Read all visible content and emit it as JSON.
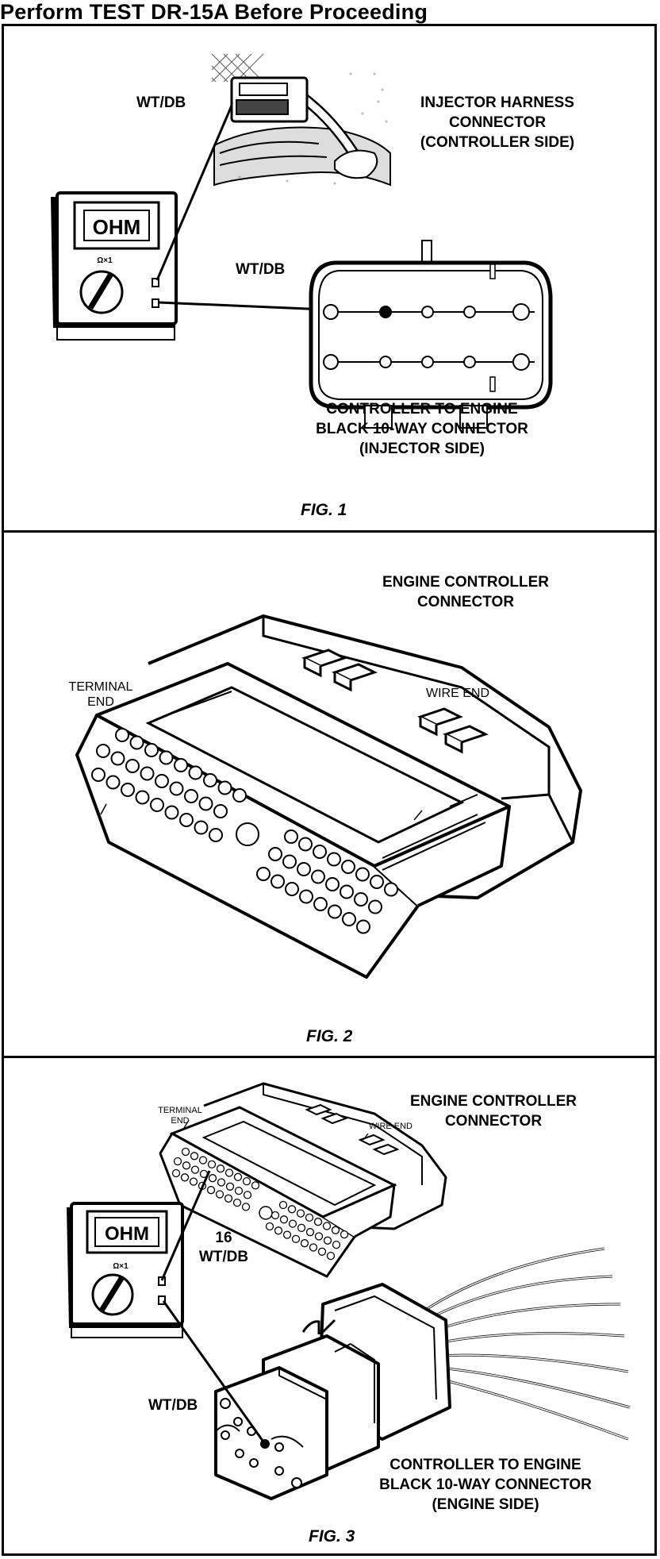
{
  "header": {
    "title": "Perform TEST DR-15A Before Proceeding"
  },
  "meter": {
    "display": "OHM",
    "range": "Ω×1"
  },
  "fig1": {
    "wire_label_top": "WT/DB",
    "wire_label_mid": "WT/DB",
    "injector_harness": "INJECTOR HARNESS\nCONNECTOR\n(CONTROLLER SIDE)",
    "controller_to_engine": "CONTROLLER TO ENGINE\nBLACK 10-WAY CONNECTOR\n(INJECTOR SIDE)",
    "caption": "FIG. 1"
  },
  "fig2": {
    "title": "ENGINE CONTROLLER\nCONNECTOR",
    "terminal_end": "TERMINAL\nEND",
    "wire_end": "WIRE END",
    "caption": "FIG. 2"
  },
  "fig3": {
    "title": "ENGINE CONTROLLER\nCONNECTOR",
    "terminal_end": "TERMINAL\nEND",
    "wire_end": "WIRE END",
    "pin_label": "16\nWT/DB",
    "wire_label": "WT/DB",
    "controller_to_engine": "CONTROLLER TO ENGINE\nBLACK 10-WAY CONNECTOR\n(ENGINE SIDE)",
    "caption": "FIG. 3"
  }
}
